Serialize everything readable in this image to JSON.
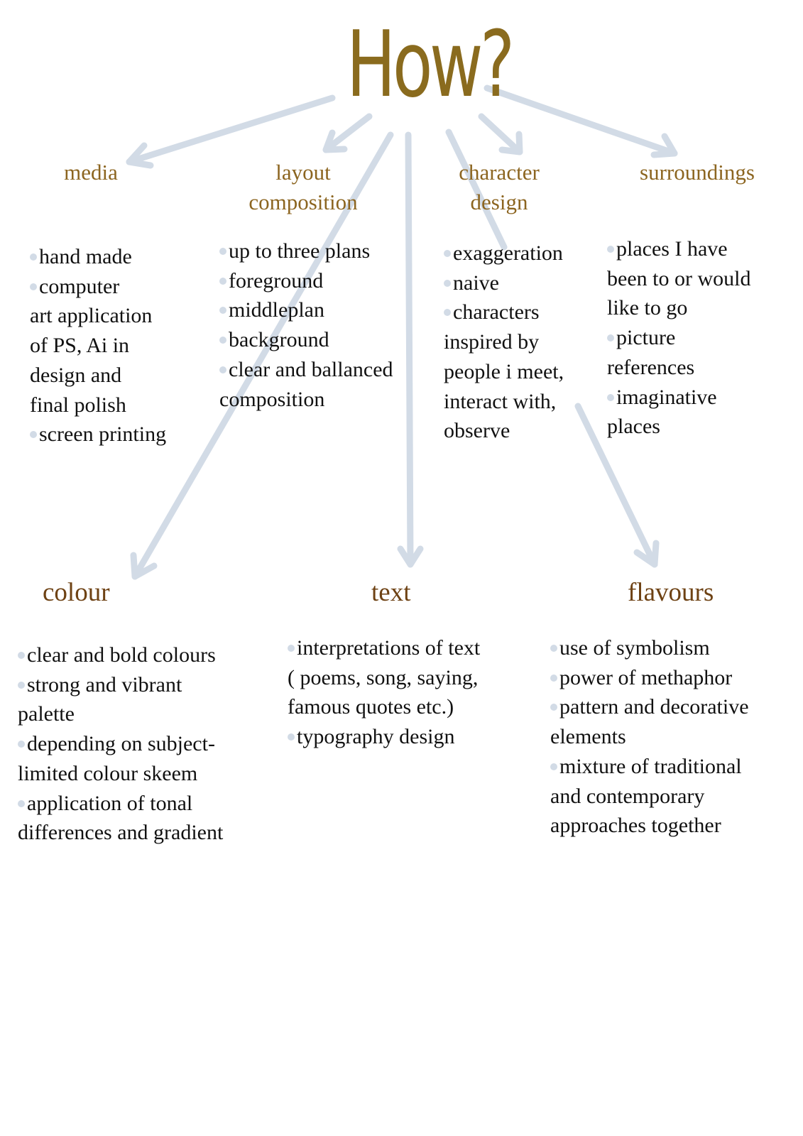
{
  "title": "How?",
  "colors": {
    "title": "#8a6b1e",
    "category": "#8c6520",
    "category_large": "#6e4214",
    "arrow": "#d2dbe6",
    "bullet": "#d2dbe6",
    "text": "#111111"
  },
  "sections": {
    "media": {
      "heading": "media",
      "items": [
        "hand made",
        "computer\nart application\nof  PS, Ai in\ndesign and\nfinal polish",
        "screen printing"
      ]
    },
    "layout": {
      "heading": "layout\ncomposition",
      "items": [
        "up to three plans",
        "foreground",
        "middleplan",
        "background",
        "clear and ballanced\ncomposition"
      ]
    },
    "character": {
      "heading": "character\ndesign",
      "items": [
        "exaggeration",
        "naive",
        "characters\ninspired by\npeople i meet,\ninteract with,\nobserve"
      ]
    },
    "surroundings": {
      "heading": "surroundings",
      "items": [
        "places I have\nbeen to or would\nlike to go",
        "picture\nreferences",
        "imaginative\nplaces"
      ]
    },
    "colour": {
      "heading": "colour",
      "items": [
        "clear and bold colours",
        "strong and vibrant\npalette",
        "depending on subject-\nlimited colour skeem",
        "application of tonal\ndifferences and gradient"
      ]
    },
    "text": {
      "heading": "text",
      "items": [
        "interpretations of text\n( poems, song, saying,\nfamous quotes etc.)",
        "typography design"
      ]
    },
    "flavours": {
      "heading": "flavours",
      "items": [
        "use of symbolism",
        "power of methaphor",
        "pattern and decorative\nelements",
        "mixture of traditional\nand contemporary\napproaches together"
      ]
    }
  }
}
